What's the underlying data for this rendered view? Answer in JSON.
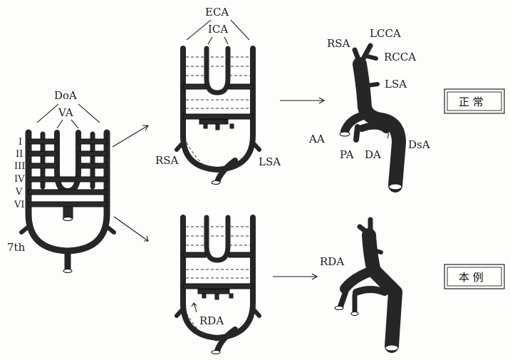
{
  "diagram_a": {
    "title": "DoA",
    "va": "VA",
    "arches": [
      "I",
      "II",
      "III",
      "IV",
      "V",
      "VI"
    ],
    "seventh": "7th"
  },
  "diagram_b": {
    "eca": "ECA",
    "ica": "ICA",
    "rsa": "RSA",
    "lsa": "LSA"
  },
  "diagram_c": {
    "rda": "RDA"
  },
  "normal_anatomy": {
    "rsa": "RSA",
    "lcca": "LCCA",
    "rcca": "RCCA",
    "lsa": "LSA",
    "aa": "AA",
    "pa": "PA",
    "da": "DA",
    "dsa": "DsA"
  },
  "case_anatomy": {
    "rda": "RDA"
  },
  "boxes": {
    "normal": "正  常",
    "case": "本  例"
  }
}
